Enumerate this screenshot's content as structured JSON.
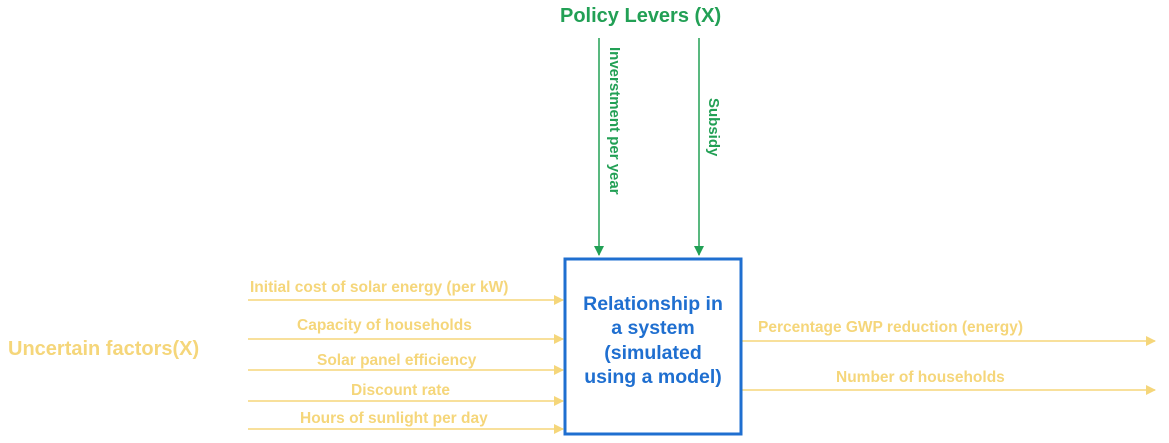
{
  "policy_levers": {
    "title": "Policy Levers (X)",
    "items": [
      "Inverstment per year",
      "Subsidy"
    ]
  },
  "uncertain_factors": {
    "title": "Uncertain factors(X)",
    "items": [
      "Initial cost of solar energy (per kW)",
      "Capacity of households",
      "Solar panel efficiency",
      "Discount rate",
      "Hours of sunlight per day"
    ]
  },
  "system_box": {
    "lines": [
      "Relationship in",
      "a system",
      "(simulated",
      "using a model)"
    ]
  },
  "outputs": {
    "items": [
      "Percentage GWP reduction  (energy)",
      "Number of households"
    ]
  },
  "colors": {
    "policy": "#22a055",
    "uncertain": "#f5d67a",
    "box_border": "#1f6fd0",
    "box_text": "#1f6fd0"
  }
}
